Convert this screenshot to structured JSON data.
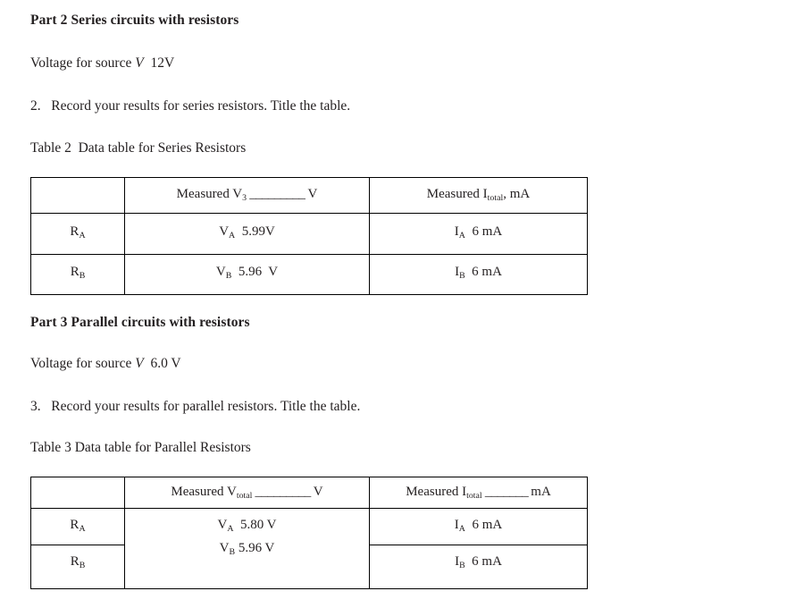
{
  "document": {
    "part2": {
      "heading": "Part 2 Series circuits with resistors",
      "voltage_label": "Voltage for source ",
      "voltage_symbol": "V",
      "voltage_value": "  12V",
      "instruction": "2.   Record your results for series resistors. Title the table.",
      "table_caption": "Table 2  Data table for Series Resistors"
    },
    "part3": {
      "heading": "Part 3 Parallel circuits with resistors",
      "voltage_label": "Voltage for source ",
      "voltage_symbol": "V",
      "voltage_value": "  6.0 V",
      "instruction": "3.   Record your results for parallel resistors. Title the table.",
      "table_caption": "Table 3 Data table for Parallel Resistors"
    },
    "table2": {
      "header": {
        "corner": "",
        "voltage_col": {
          "prefix": "Measured V",
          "sub": "3",
          "blank": " _________ ",
          "unit": "V"
        },
        "current_col": {
          "prefix": "Measured I",
          "sub": "total",
          "suffix": ", mA"
        }
      },
      "rows": [
        {
          "label_prefix": "R",
          "label_sub": "A",
          "voltage_prefix": "V",
          "voltage_sub": "A",
          "voltage_value": "  5.99V",
          "current_prefix": "I",
          "current_sub": "A",
          "current_value": "  6 mA"
        },
        {
          "label_prefix": "R",
          "label_sub": "B",
          "voltage_prefix": "V",
          "voltage_sub": "B",
          "voltage_value": "  5.96  V",
          "current_prefix": "I",
          "current_sub": "B",
          "current_value": "  6 mA"
        }
      ]
    },
    "table3": {
      "header": {
        "corner": "",
        "voltage_col": {
          "prefix": "Measured V",
          "sub": "total",
          "blank": " _________ ",
          "unit": "V"
        },
        "current_col": {
          "prefix": "Measured I",
          "sub": "total",
          "blank": " _______ ",
          "unit": "mA"
        }
      },
      "merged_voltage_cell": {
        "line1_prefix": "V",
        "line1_sub": "A",
        "line1_value": "  5.80 V",
        "line2_prefix": "V",
        "line2_sub": "B",
        "line2_value": " 5.96 V"
      },
      "rows": [
        {
          "label_prefix": "R",
          "label_sub": "A",
          "current_prefix": "I",
          "current_sub": "A",
          "current_value": "  6 mA"
        },
        {
          "label_prefix": "R",
          "label_sub": "B",
          "current_prefix": "I",
          "current_sub": "B",
          "current_value": "  6 mA"
        }
      ]
    },
    "style": {
      "text_color": "#231f20",
      "border_color": "#000000",
      "background": "#ffffff"
    }
  }
}
